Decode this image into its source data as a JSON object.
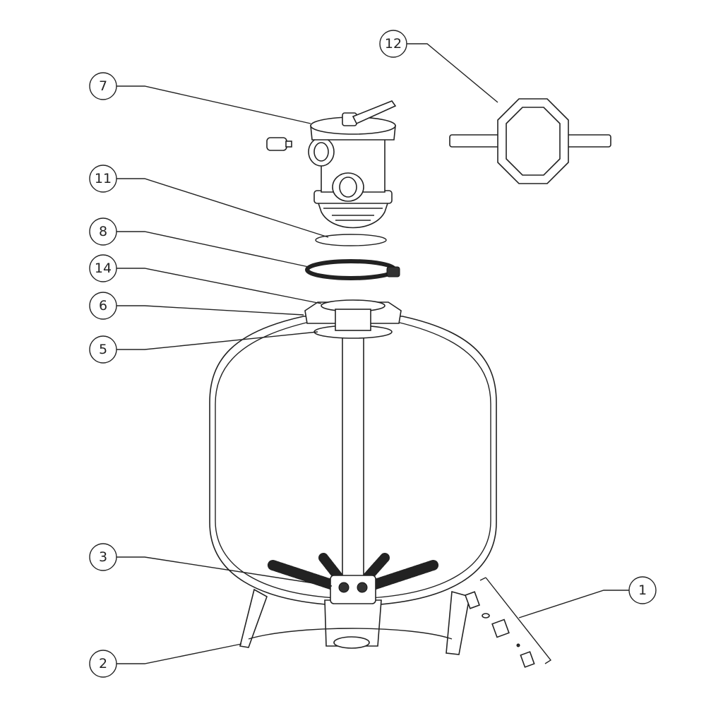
{
  "diagram": {
    "callouts": {
      "c12": "12",
      "c7": "7",
      "c11": "11",
      "c8": "8",
      "c14": "14",
      "c6": "6",
      "c5": "5",
      "c3": "3",
      "c1": "1",
      "c2": "2"
    }
  }
}
